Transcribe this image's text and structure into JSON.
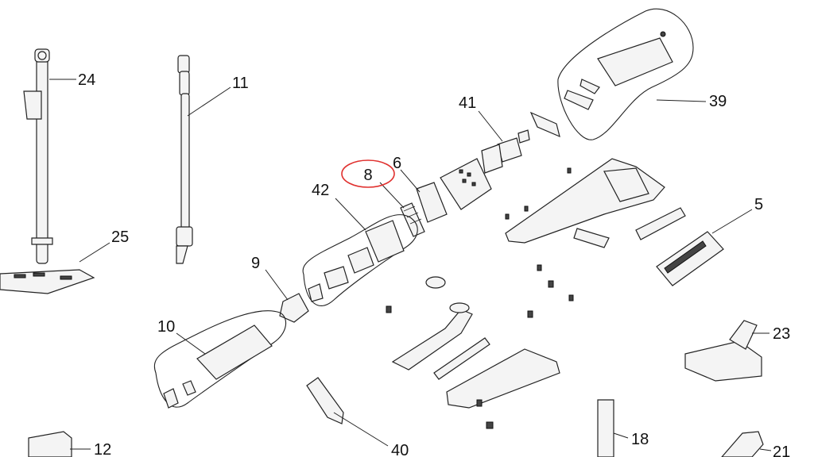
{
  "diagram": {
    "labels": {
      "p24": "24",
      "p11": "11",
      "p25": "25",
      "p41": "41",
      "p39": "39",
      "p8": "8",
      "p6": "6",
      "p42": "42",
      "p5": "5",
      "p9": "9",
      "p10": "10",
      "p23": "23",
      "p40": "40",
      "p18": "18",
      "p12": "12",
      "p21": "21"
    },
    "highlight": {
      "part": "8",
      "color": "#e0302e"
    }
  }
}
